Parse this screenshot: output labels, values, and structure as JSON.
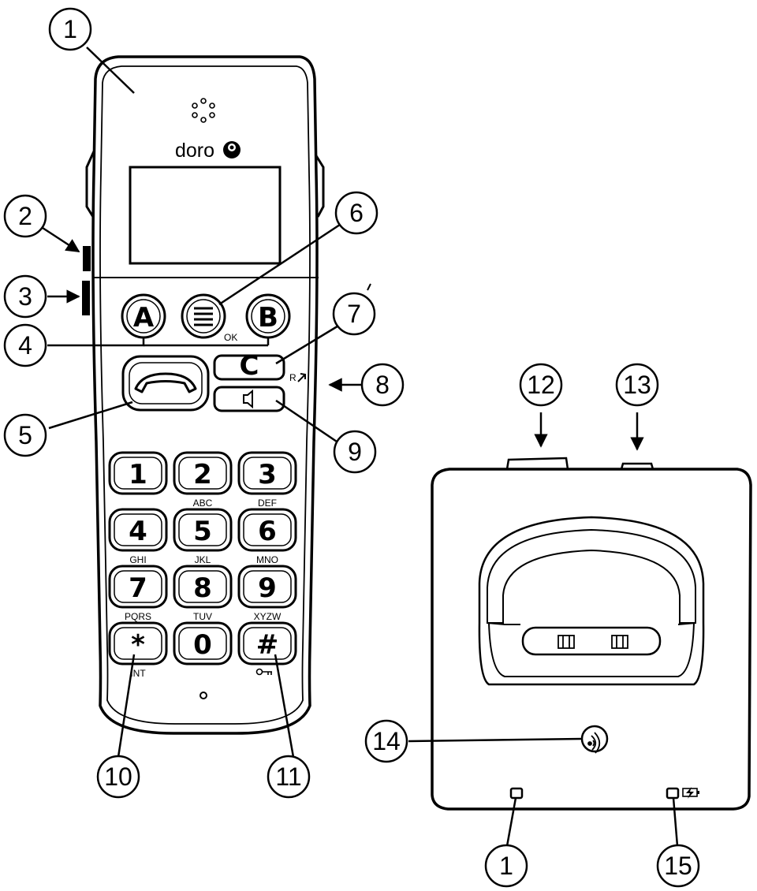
{
  "brand": {
    "logo_text": "doro"
  },
  "handset": {
    "soft_keys": {
      "left": "A",
      "right": "B",
      "ok_label": "OK"
    },
    "clear_key": "C",
    "recall_label": "R",
    "keypad": [
      {
        "digit": "1",
        "letters": ""
      },
      {
        "digit": "2",
        "letters": "ABC"
      },
      {
        "digit": "3",
        "letters": "DEF"
      },
      {
        "digit": "4",
        "letters": "GHI"
      },
      {
        "digit": "5",
        "letters": "JKL"
      },
      {
        "digit": "6",
        "letters": "MNO"
      },
      {
        "digit": "7",
        "letters": "PQRS"
      },
      {
        "digit": "8",
        "letters": "TUV"
      },
      {
        "digit": "9",
        "letters": "XYZW"
      },
      {
        "digit": "*",
        "letters": "INT"
      },
      {
        "digit": "0",
        "letters": ""
      },
      {
        "digit": "#",
        "letters": ""
      }
    ]
  },
  "callouts": {
    "c1": "1",
    "c2": "2",
    "c3": "3",
    "c4": "4",
    "c5": "5",
    "c6": "6",
    "c7": "7",
    "c8": "8",
    "c9": "9",
    "c10": "10",
    "c11": "11",
    "c12": "12",
    "c13": "13",
    "c14": "14",
    "c1b": "1",
    "c15": "15"
  },
  "icons": {
    "menu": "menu-lines-icon",
    "call": "phone-handset-icon",
    "speaker": "speaker-icon",
    "key_lock": "key-icon",
    "paging": "paging-signal-icon",
    "charging": "battery-charging-icon",
    "earpiece": "earpiece-dots-icon"
  }
}
